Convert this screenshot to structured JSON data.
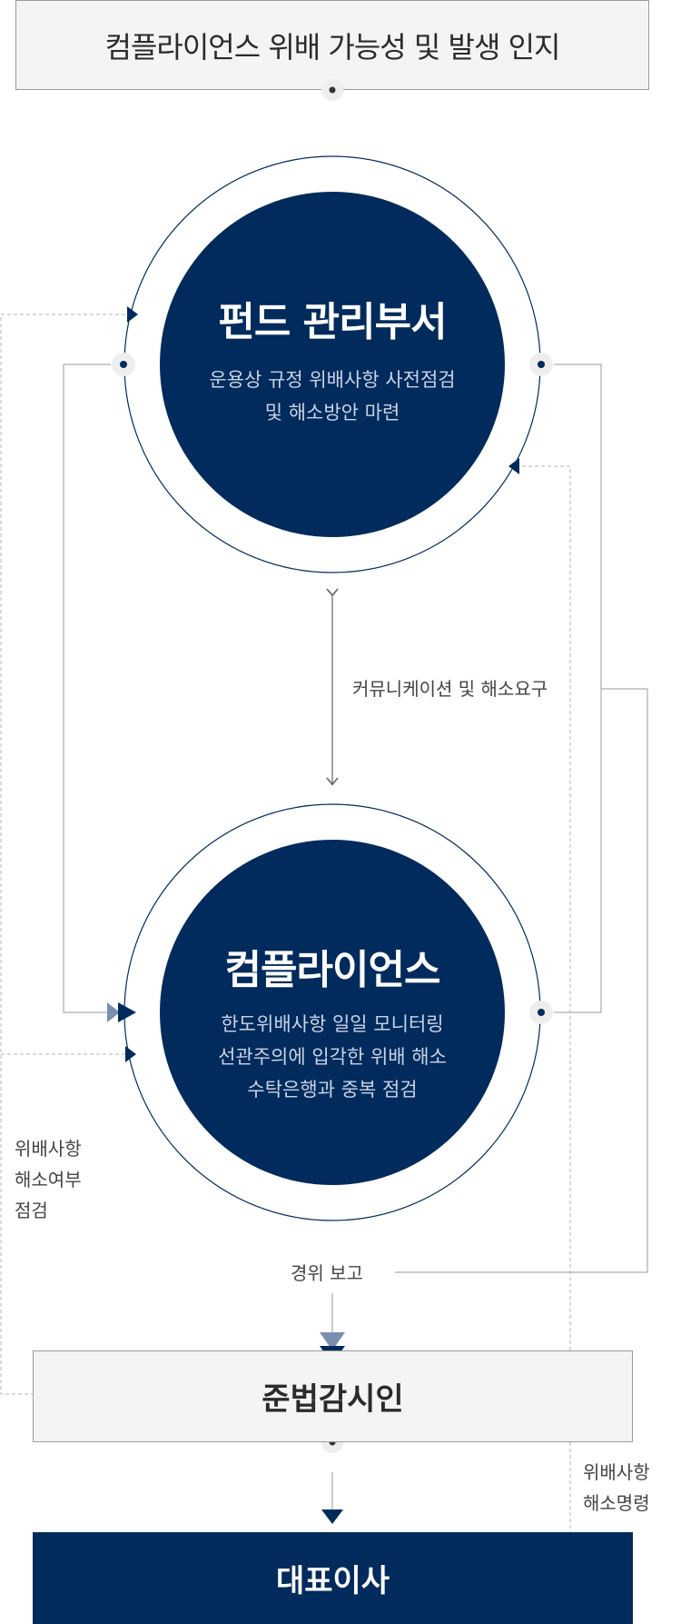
{
  "header": {
    "title": "컴플라이언스 위배 가능성 및 발생 인지"
  },
  "nodes": {
    "fund_dept": {
      "title": "펀드 관리부서",
      "lines": [
        "운용상 규정 위배사항 사전점검",
        "및 해소방안 마련"
      ]
    },
    "compliance": {
      "title": "컴플라이언스",
      "lines": [
        "한도위배사항 일일 모니터링",
        "선관주의에 입각한 위배 해소",
        "수탁은행과 중복 점검"
      ]
    },
    "compliance_officer": {
      "title": "준법감시인"
    },
    "ceo": {
      "title": "대표이사"
    }
  },
  "edges": {
    "communication": "커뮤니케이션 및 해소요구",
    "check_resolution": [
      "위배사항",
      "해소여부",
      "점검"
    ],
    "report": "경위 보고",
    "order_resolution": [
      "위배사항",
      "해소명령"
    ]
  },
  "colors": {
    "navy": "#002b5c",
    "light_arrow": "#7a8fb0",
    "line": "#9a9a9a",
    "dashed": "#b5b5b5"
  }
}
